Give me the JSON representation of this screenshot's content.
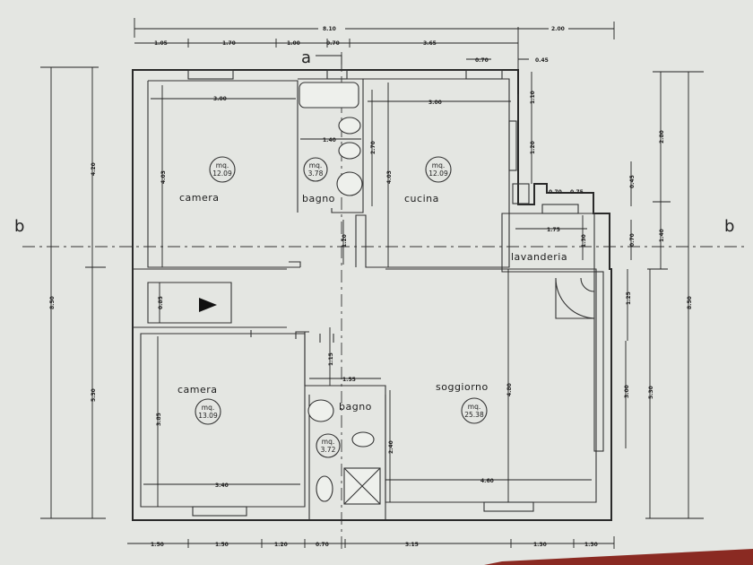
{
  "section_markers": {
    "a": "a",
    "b_left": "b",
    "b_right": "b"
  },
  "rooms": [
    {
      "name": "camera",
      "area_label": "mq.",
      "area": "12.09"
    },
    {
      "name": "bagno",
      "area_label": "mq.",
      "area": "3.78"
    },
    {
      "name": "cucina",
      "area_label": "mq.",
      "area": "12.09"
    },
    {
      "name": "lavanderia"
    },
    {
      "name": "camera",
      "area_label": "mq.",
      "area": "13.09"
    },
    {
      "name": "bagno",
      "area_label": "mq.",
      "area": "3.72"
    },
    {
      "name": "soggiorno",
      "area_label": "mq.",
      "area": "25.38"
    }
  ],
  "dimensions": {
    "top_total": "8.10",
    "top_extra": "2.00",
    "top_row": [
      "1.05",
      "1.70",
      "1.00",
      "0.70",
      "3.65"
    ],
    "top_small": [
      "0.70",
      "0.45"
    ],
    "bottom_row": [
      "1.50",
      "1.50",
      "1.20",
      "0.70",
      "3.15",
      "1.30",
      "1.30"
    ],
    "left": {
      "total": "8.50",
      "upper": "4.20",
      "lower": "5.30"
    },
    "right": {
      "total": "8.50",
      "upper": "2.80",
      "middle": "1.40",
      "lower": "5.30",
      "small": [
        "1.10",
        "1.20",
        "0.45",
        "0.70",
        "1.25",
        "3.00"
      ]
    },
    "interior": {
      "camera1_width": "3.00",
      "camera1_depth": "4.03",
      "bagno1_width": "1.40",
      "bagno1_depth": "2.70",
      "corridor": "1.20",
      "cucina_width": "3.00",
      "cucina_depth": "4.03",
      "lav_a": "0.70",
      "lav_b": "0.75",
      "lav_width": "1.75",
      "lav_depth": "1.30",
      "hall": "0.85",
      "camera2_width": "3.40",
      "camera2_depth": "3.85",
      "bagno2_width": "1.55",
      "bagno2_depth": "2.40",
      "bagno2_entry": "1.15",
      "soggiorno_width": "4.60",
      "soggiorno_depth": "4.80"
    }
  }
}
